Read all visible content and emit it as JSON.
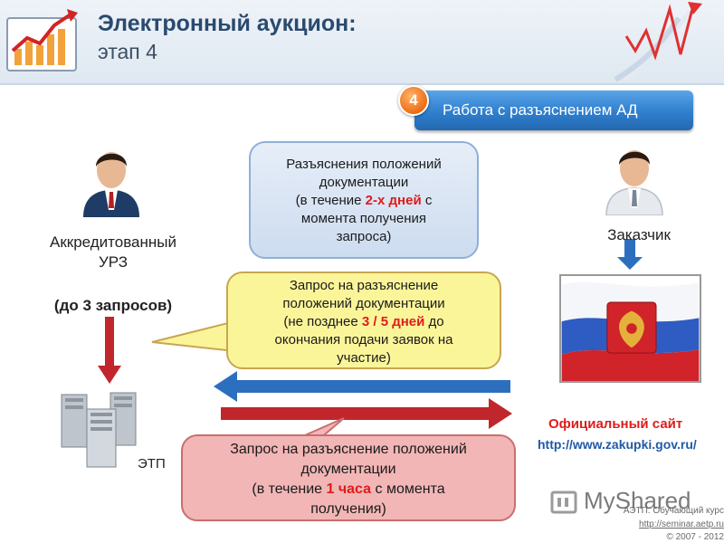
{
  "header": {
    "title": "Электронный аукцион:",
    "subtitle": "этап 4"
  },
  "stage": {
    "number": "4",
    "label": "Работа с разъяснением  АД"
  },
  "participants": {
    "ezp": {
      "line1": "Аккредитованный",
      "line2": "УРЗ",
      "limit": "(до 3 запросов)"
    },
    "customer": {
      "label": "Заказчик"
    },
    "etp": {
      "label": "ЭТП"
    }
  },
  "bubbles": {
    "blue": {
      "line1": "Разъяснения положений",
      "line2": "документации",
      "line3_pre": "(в течение ",
      "line3_red": "2-х дней",
      "line3_post": " с",
      "line4": "момента получения",
      "line5": "запроса)"
    },
    "yellow": {
      "line1": "Запрос на разъяснение",
      "line2": "положений документации",
      "line3_pre": "(не позднее ",
      "line3_red": "3 / 5 дней",
      "line3_post": " до",
      "line4": "окончания подачи заявок на",
      "line5": "участие)"
    },
    "pink": {
      "line1": "Запрос на разъяснение положений",
      "line2": "документации",
      "line3_pre": "(в течение ",
      "line3_red": "1 часа",
      "line3_post": " с момента",
      "line4": "получения)"
    }
  },
  "official_site": {
    "title": "Официальный сайт",
    "url": "http://www.zakupki.gov.ru/"
  },
  "footer": {
    "line1": "АЭТП. Обучающий курс",
    "line2": "http://seminar.aetp.ru",
    "line3": "© 2007 - 2012"
  },
  "watermark": {
    "text": "MyShared"
  },
  "colors": {
    "arrow_blue": "#2d6fbf",
    "arrow_red": "#c0262b",
    "accent_red": "#e01b1b",
    "badge_orange": "#ee6c13"
  }
}
